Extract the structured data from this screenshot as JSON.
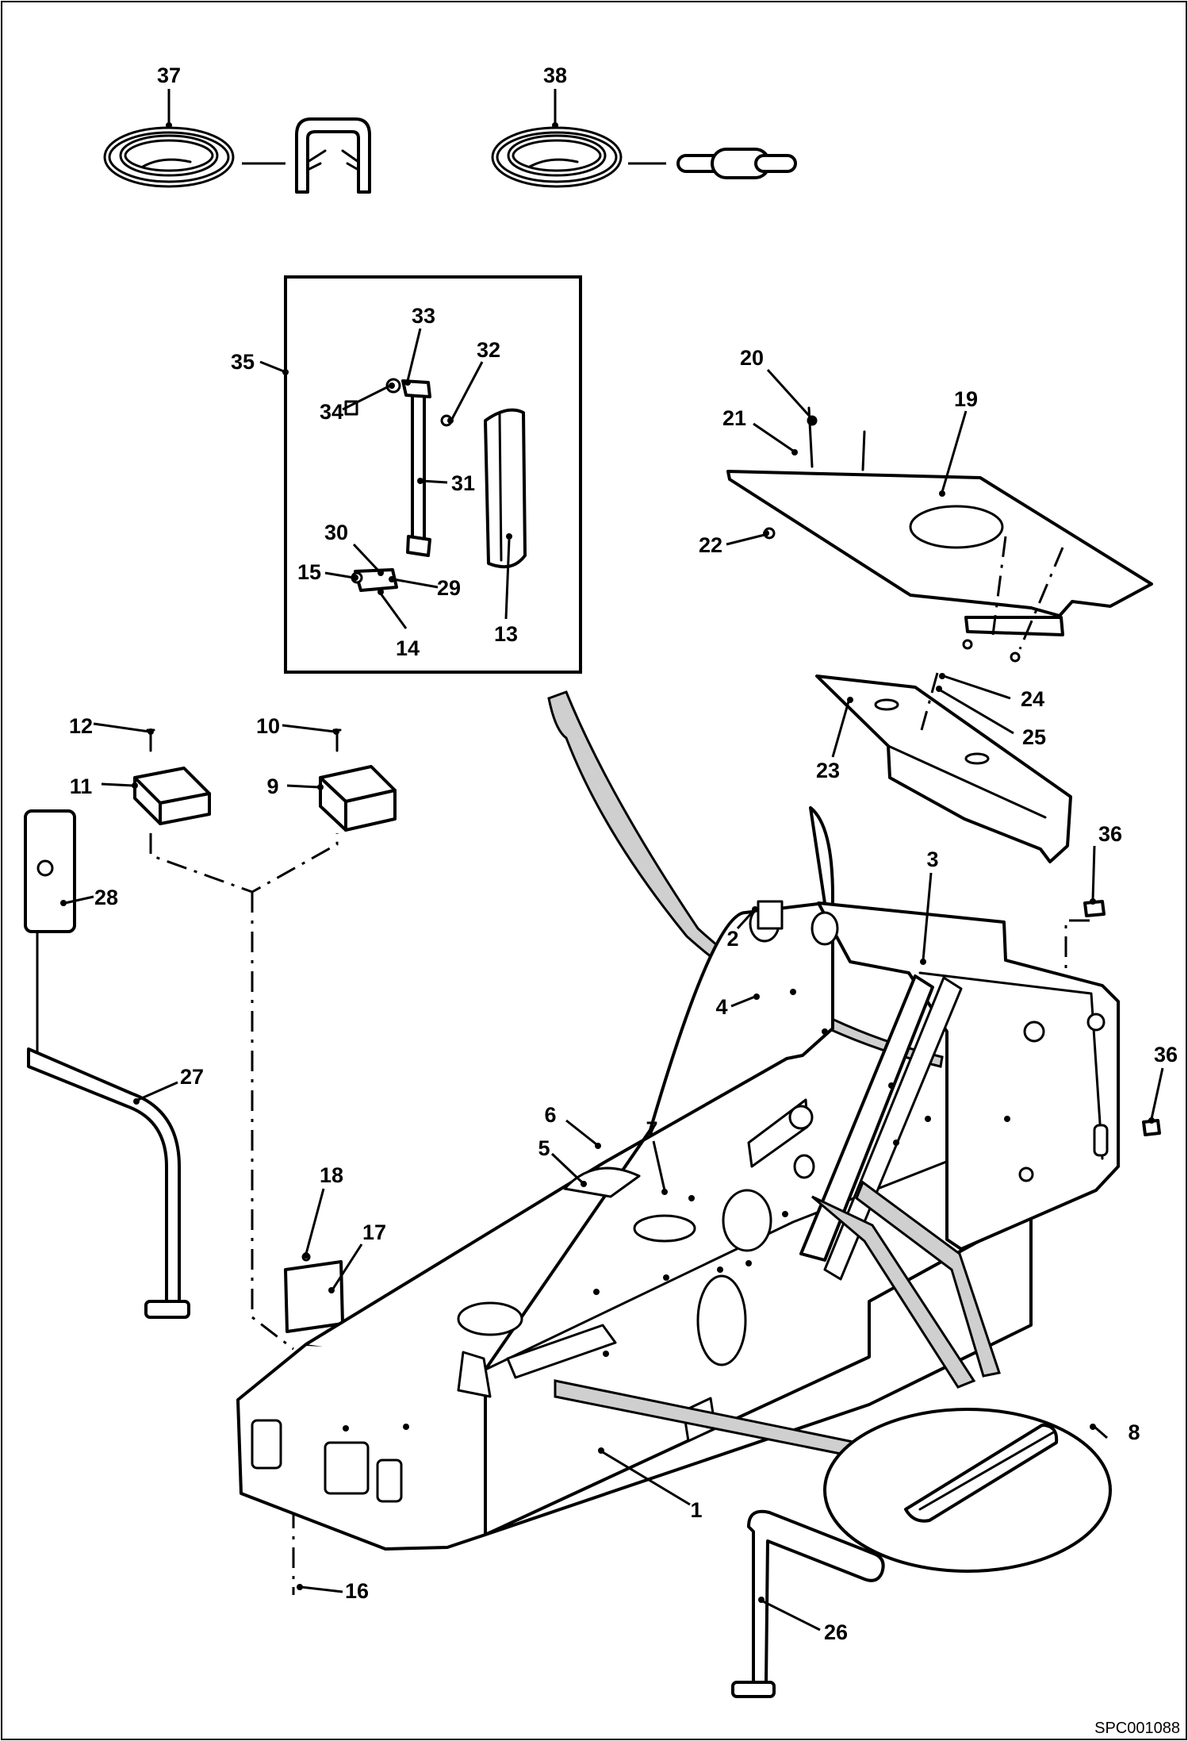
{
  "drawing_code": "SPC001088",
  "callouts": {
    "c1": "1",
    "c2": "2",
    "c3": "3",
    "c4": "4",
    "c5": "5",
    "c6": "6",
    "c7": "7",
    "c8": "8",
    "c9": "9",
    "c10": "10",
    "c11": "11",
    "c12": "12",
    "c13": "13",
    "c14": "14",
    "c15": "15",
    "c16": "16",
    "c17": "17",
    "c18": "18",
    "c19": "19",
    "c20": "20",
    "c21": "21",
    "c22": "22",
    "c23": "23",
    "c24": "24",
    "c25": "25",
    "c26": "26",
    "c27": "27",
    "c28": "28",
    "c29": "29",
    "c30": "30",
    "c31": "31",
    "c32": "32",
    "c33": "33",
    "c34": "34",
    "c35": "35",
    "c36a": "36",
    "c36b": "36",
    "c37": "37",
    "c38": "38"
  }
}
